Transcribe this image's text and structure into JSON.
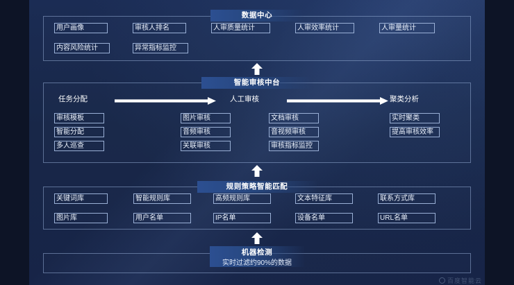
{
  "layers": [
    {
      "key": "data_center",
      "title": "数据中心",
      "subtitle": "",
      "rows": [
        [
          "用户画像",
          "审核人排名",
          "人审质量统计",
          "人审效率统计",
          "人审量统计"
        ],
        [
          "内容风险统计",
          "异常指标监控"
        ]
      ]
    },
    {
      "key": "smart_review_platform",
      "title": "智能审核中台",
      "subtitle": "",
      "flow": [
        "任务分配",
        "人工审核",
        "聚类分析"
      ],
      "columns": [
        [
          "审核模板",
          "智能分配",
          "多人巡查"
        ],
        [
          "图片审核",
          "音频审核",
          "关联审核"
        ],
        [
          "文档审核",
          "音视频审核",
          "审核指标监控"
        ],
        [
          "实时聚类",
          "提高审核效率"
        ]
      ]
    },
    {
      "key": "rule_strategy_match",
      "title": "规则策略智能匹配",
      "subtitle": "",
      "rows": [
        [
          "关键词库",
          "智能规则库",
          "高频规则库",
          "文本特征库",
          "联系方式库"
        ],
        [
          "图片库",
          "用户名单",
          "IP名单",
          "设备名单",
          "URL名单"
        ]
      ]
    },
    {
      "key": "machine_detection",
      "title": "机器检测",
      "subtitle": "实时过滤约90%的数据",
      "rows": []
    }
  ],
  "arrows": {
    "up_icon": "arrow-up-icon",
    "right_icon": "arrow-right-icon",
    "count_up": 3,
    "count_right": 2
  },
  "watermark": {
    "text": "百度智能云"
  },
  "colors": {
    "background": "#0d1426",
    "slide": "#17254a",
    "ribbon": "#2c4f91",
    "chip_border": "#9ab0d6",
    "text": "#e9f0fb",
    "arrow": "#ffffff"
  }
}
